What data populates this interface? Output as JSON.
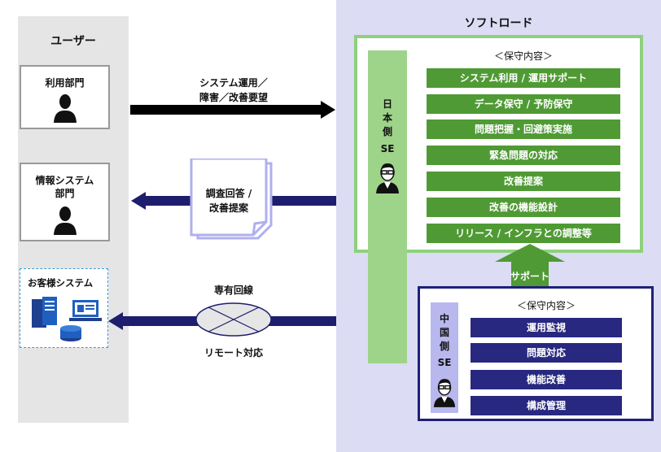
{
  "user_section": {
    "title": "ユーザー",
    "dept1": "利用部門",
    "dept2_line1": "情報システム",
    "dept2_line2": "部門",
    "customer_system": "お客様システム"
  },
  "softroad_section": {
    "title": "ソフトロード"
  },
  "arrows": {
    "top_line1": "システム運用／",
    "top_line2": "障害／改善要望",
    "mid_line1": "調査回答 /",
    "mid_line2": "改善提案",
    "dedicated_line": "専有回線",
    "remote": "リモート対応"
  },
  "japan_se": {
    "label_chars": [
      "日",
      "本",
      "側"
    ],
    "se": "SE",
    "header": "＜保守内容＞",
    "items": [
      "システム利用 / 運用サポート",
      "データ保守 / 予防保守",
      "問題把握・回避策実施",
      "緊急問題の対応",
      "改善提案",
      "改善の機能設計",
      "リリース / インフラとの調整等"
    ]
  },
  "support": {
    "label": "サポート"
  },
  "china_se": {
    "label_chars": [
      "中",
      "国",
      "側"
    ],
    "se": "SE",
    "header": "＜保守内容＞",
    "items": [
      "運用監視",
      "問題対応",
      "機能改善",
      "構成管理"
    ]
  },
  "colors": {
    "user_panel": "#e5e5e5",
    "softroad_panel": "#dcdcf4",
    "japan_green": "#4f9a34",
    "japan_border": "#8ed07e",
    "china_navy": "#282880",
    "arrow_navy": "#1e1e6e",
    "customer_border": "#3a9ad9"
  }
}
